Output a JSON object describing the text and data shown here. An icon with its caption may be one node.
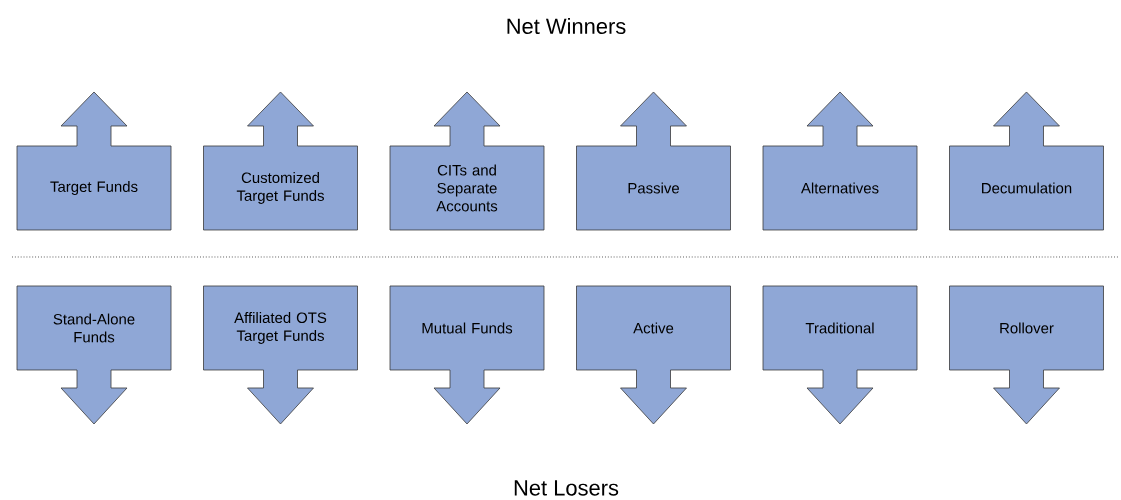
{
  "diagram": {
    "title": "Net Winners",
    "nodes": [
      {
        "text": [
          "Target Funds"
        ]
      },
      {
        "text": [
          "Customized Target Funds"
        ]
      },
      {
        "text": [
          "CITs and Separate Accounts"
        ]
      },
      {
        "text": [
          "Passive"
        ]
      },
      {
        "text": [
          "Alternatives"
        ]
      },
      {
        "text": [
          "Decumulation"
        ]
      },
      {
        "text": [
          "Stand-Alone Funds"
        ]
      },
      {
        "text": [
          "Affiliated OTS Target Funds"
        ]
      },
      {
        "text": [
          "Mutual Funds"
        ]
      },
      {
        "text": [
          "Active"
        ]
      },
      {
        "text": [
          "Traditional"
        ]
      },
      {
        "text": [
          "Rollover"
        ]
      }
    ],
    "labels": [
      "Net Losers"
    ]
  }
}
